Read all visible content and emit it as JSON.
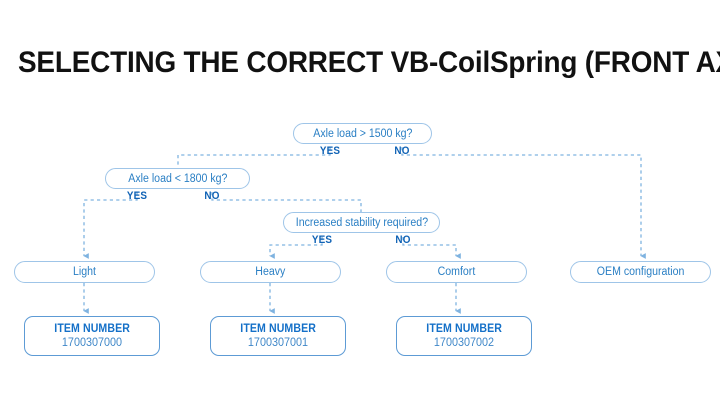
{
  "page": {
    "title": "SELECTING THE CORRECT VB-CoilSpring (FRONT AXLE)",
    "background": "#ffffff"
  },
  "colors": {
    "title_text": "#111111",
    "node_border": "#9fc5e8",
    "node_text": "#2a7fc4",
    "item_border": "#5d9bd5",
    "item_head_text": "#1470c8",
    "item_number_text": "#3f87c8",
    "branch_text": "#0f62b5",
    "connector": "#7fb3e0"
  },
  "flowchart": {
    "type": "decision-tree",
    "decisions": [
      {
        "id": "d1",
        "label": "Axle load > 1500 kg?",
        "yes_label": "YES",
        "no_label": "NO",
        "yes_target": "d2",
        "no_target": "r4"
      },
      {
        "id": "d2",
        "label": "Axle load < 1800 kg?",
        "yes_label": "YES",
        "no_label": "NO",
        "yes_target": "r1",
        "no_target": "d3"
      },
      {
        "id": "d3",
        "label": "Increased stability required?",
        "yes_label": "YES",
        "no_label": "NO",
        "yes_target": "r2",
        "no_target": "r3"
      }
    ],
    "results": [
      {
        "id": "r1",
        "label": "Light",
        "item_target": "i1"
      },
      {
        "id": "r2",
        "label": "Heavy",
        "item_target": "i2"
      },
      {
        "id": "r3",
        "label": "Comfort",
        "item_target": "i3"
      },
      {
        "id": "r4",
        "label": "OEM configuration",
        "item_target": null
      }
    ],
    "items": [
      {
        "id": "i1",
        "heading": "ITEM NUMBER",
        "number": "1700307000"
      },
      {
        "id": "i2",
        "heading": "ITEM NUMBER",
        "number": "1700307001"
      },
      {
        "id": "i3",
        "heading": "ITEM NUMBER",
        "number": "1700307002"
      }
    ]
  }
}
